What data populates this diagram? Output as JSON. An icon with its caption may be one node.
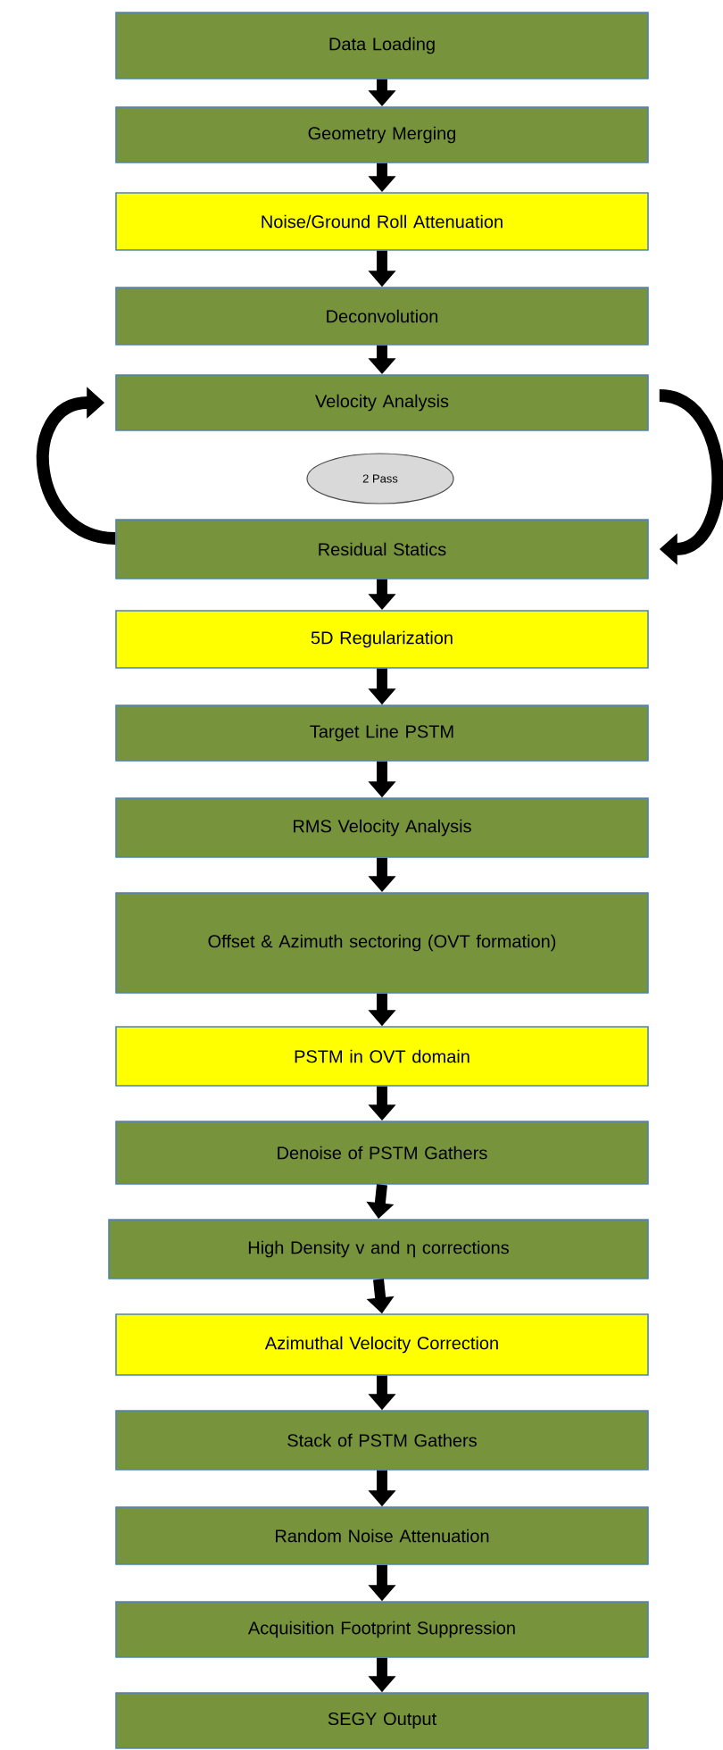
{
  "diagram": {
    "nodes": [
      {
        "text": [
          "Data Loading"
        ]
      },
      {
        "text": [
          "Geometry Merging"
        ]
      },
      {
        "text": [
          "Noise/Ground Roll Attenuation"
        ]
      },
      {
        "text": [
          "Deconvolution"
        ]
      },
      {
        "text": [
          "Velocity Analysis"
        ]
      },
      {
        "text": [
          "2 Pass"
        ]
      },
      {
        "text": [
          "Residual Statics"
        ]
      },
      {
        "text": [
          "5D Regularization"
        ]
      },
      {
        "text": [
          "Target Line PSTM"
        ]
      },
      {
        "text": [
          "RMS Velocity Analysis"
        ]
      },
      {
        "text": [
          "Offset & Azimuth sectoring (OVT formation)"
        ]
      },
      {
        "text": [
          "PSTM in OVT domain"
        ]
      },
      {
        "text": [
          "Denoise of PSTM Gathers"
        ]
      },
      {
        "text": [
          "High Density v and η corrections"
        ]
      },
      {
        "text": [
          "Azimuthal Velocity Correction"
        ]
      },
      {
        "text": [
          "Stack of PSTM Gathers"
        ]
      },
      {
        "text": [
          "Random Noise Attenuation"
        ]
      },
      {
        "text": [
          "Acquisition Footprint Suppression"
        ]
      },
      {
        "text": [
          "SEGY Output"
        ]
      }
    ],
    "edges": [
      {
        "from": 0,
        "to": 1,
        "arrow": "to"
      },
      {
        "from": 1,
        "to": 2,
        "arrow": "to"
      },
      {
        "from": 2,
        "to": 3,
        "arrow": "to"
      },
      {
        "from": 3,
        "to": 4,
        "arrow": "to"
      },
      {
        "from": 4,
        "to": 6,
        "arrow": "to"
      },
      {
        "from": 6,
        "to": 4,
        "arrow": "to"
      },
      {
        "from": 6,
        "to": 7,
        "arrow": "to"
      },
      {
        "from": 7,
        "to": 8,
        "arrow": "to"
      },
      {
        "from": 8,
        "to": 9,
        "arrow": "to"
      },
      {
        "from": 9,
        "to": 10,
        "arrow": "to"
      },
      {
        "from": 10,
        "to": 11,
        "arrow": "to"
      },
      {
        "from": 11,
        "to": 12,
        "arrow": "to"
      },
      {
        "from": 12,
        "to": 13,
        "arrow": "to"
      },
      {
        "from": 13,
        "to": 14,
        "arrow": "to"
      },
      {
        "from": 14,
        "to": 15,
        "arrow": "to"
      },
      {
        "from": 15,
        "to": 16,
        "arrow": "to"
      },
      {
        "from": 16,
        "to": 17,
        "arrow": "to"
      },
      {
        "from": 17,
        "to": 18,
        "arrow": "to"
      }
    ]
  }
}
